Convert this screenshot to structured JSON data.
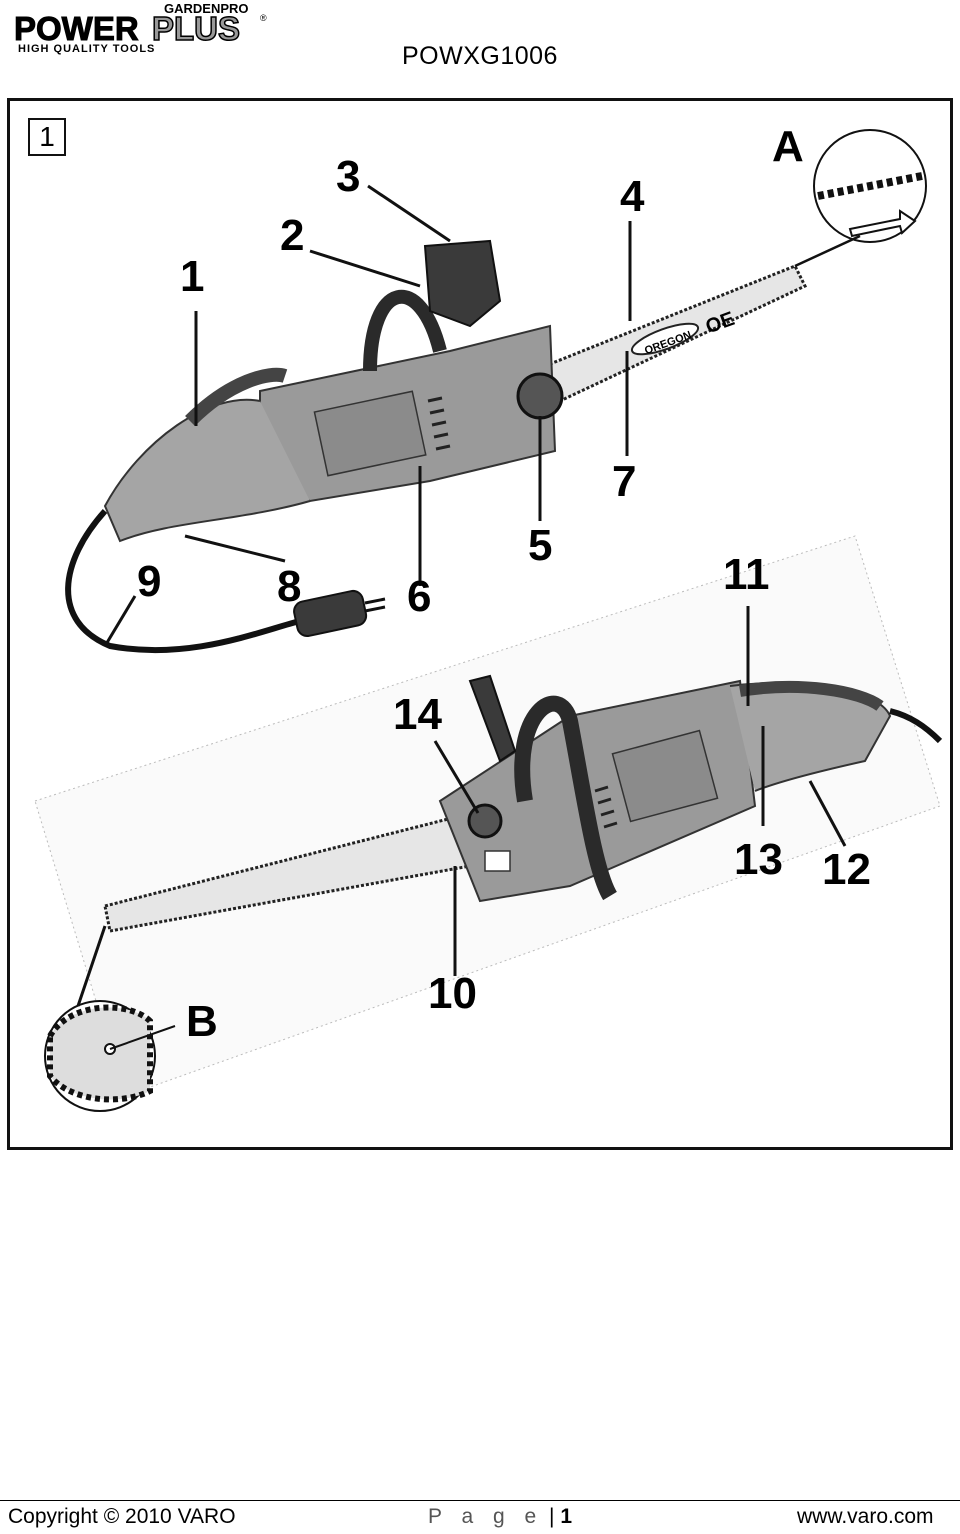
{
  "header": {
    "brand_top": "GARDENPRO",
    "brand_part1": "POWER",
    "brand_part2": "PLUS",
    "brand_reg": "®",
    "brand_tagline": "HIGH QUALITY TOOLS",
    "model": "POWXG1006"
  },
  "figure": {
    "number": "1",
    "callouts": {
      "c1": "1",
      "c2": "2",
      "c3": "3",
      "c4": "4",
      "c5": "5",
      "c6": "6",
      "c7": "7",
      "c8": "8",
      "c9": "9",
      "c10": "10",
      "c11": "11",
      "c12": "12",
      "c13": "13",
      "c14": "14",
      "cA": "A",
      "cB": "B"
    },
    "bar_logo_oregon": "OREGON",
    "bar_logo_oe": "OE"
  },
  "footer": {
    "copyright": "Copyright © 2010 VARO",
    "page_word": "P a g e",
    "page_sep": "|",
    "page_number": "1",
    "website": "www.varo.com"
  },
  "colors": {
    "body_gray": "#9a9a9a",
    "dark": "#2a2a2a",
    "light": "#cfcfcf"
  }
}
